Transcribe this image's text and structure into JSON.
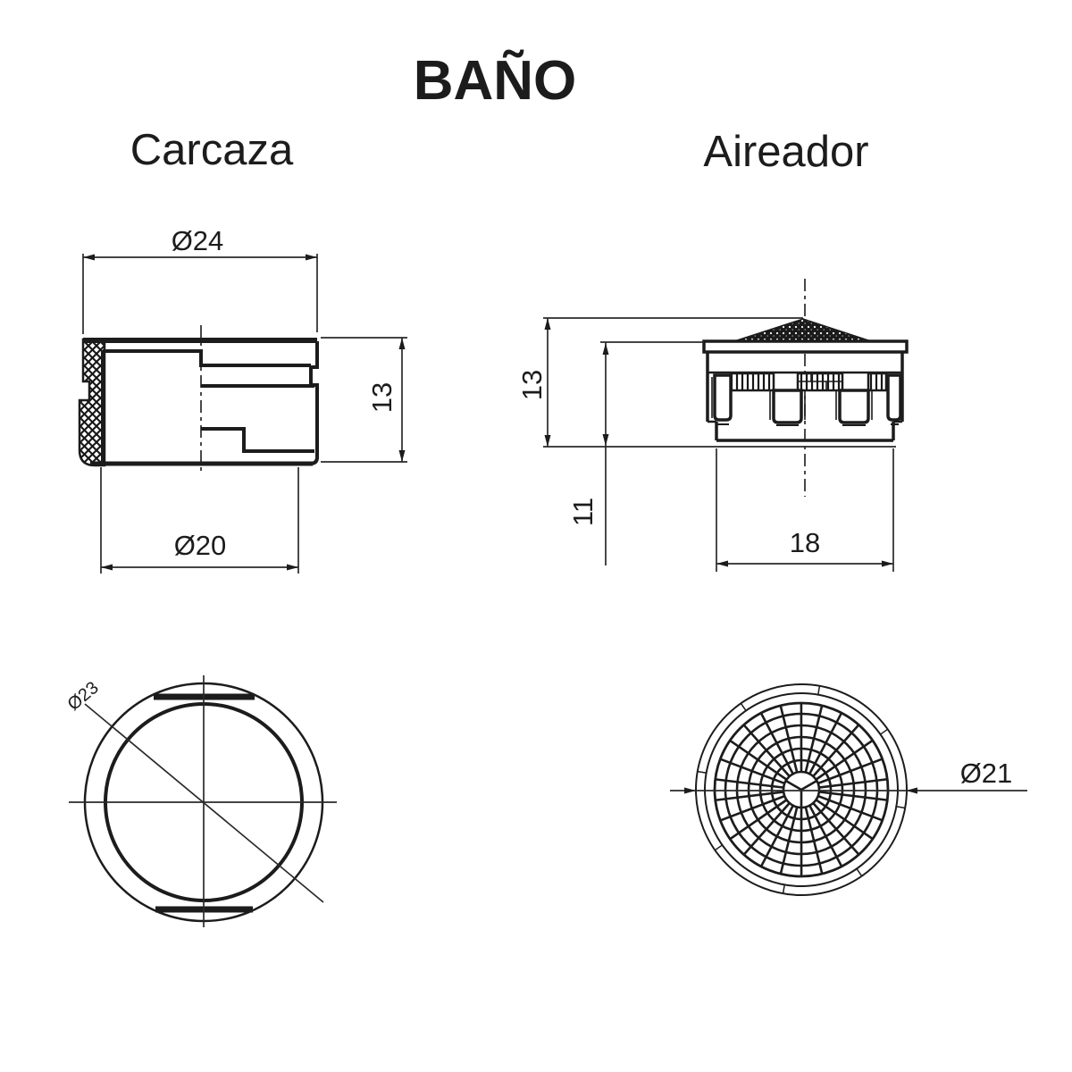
{
  "title": "BAÑO",
  "sections": {
    "carcaza_label": "Carcaza",
    "aireador_label": "Aireador"
  },
  "carcaza": {
    "top_diameter": "Ø24",
    "height": "13",
    "bottom_diameter": "Ø20",
    "outer_diameter": "Ø23"
  },
  "aireador": {
    "total_height": "13",
    "insert_height": "11",
    "body_width": "18",
    "top_diameter": "Ø21"
  },
  "colors": {
    "line": "#1c1c1c",
    "background": "#ffffff"
  }
}
